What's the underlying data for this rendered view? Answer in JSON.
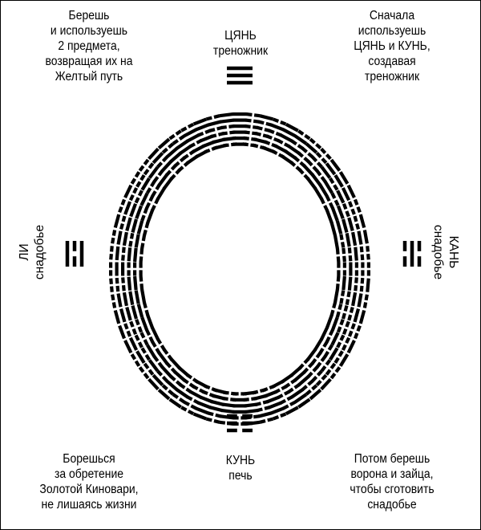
{
  "trigrams": {
    "top": {
      "name": "ЦЯНЬ",
      "role": "треножник",
      "lines": [
        1,
        1,
        1
      ]
    },
    "bottom": {
      "name": "КУНЬ",
      "role": "печь",
      "lines": [
        0,
        0,
        0
      ]
    },
    "left": {
      "name": "ЛИ",
      "role": "снадобье",
      "lines": [
        1,
        0,
        1
      ]
    },
    "right": {
      "name": "КАНЬ",
      "role": "снадобье",
      "lines": [
        0,
        1,
        0
      ]
    }
  },
  "corners": {
    "top_left": [
      "Берешь",
      "и используешь",
      "2 предмета,",
      "возвращая их на",
      "Желтый путь"
    ],
    "top_right": [
      "Сначала",
      "используешь",
      "ЦЯНЬ и КУНЬ,",
      "создавая",
      "треножник"
    ],
    "bottom_left": [
      "Борешься",
      "за обретение",
      "Золотой Киновари,",
      "не лишаясь жизни"
    ],
    "bottom_right": [
      "Потом берешь",
      "ворона и зайца,",
      "чтобы сготовить",
      "снадобье"
    ]
  },
  "ring": {
    "hexagram_count": 60,
    "hexagrams": [
      [
        1,
        1,
        1,
        1,
        1,
        1
      ],
      [
        0,
        0,
        0,
        0,
        0,
        0
      ],
      [
        1,
        0,
        0,
        0,
        1,
        0
      ],
      [
        0,
        1,
        0,
        0,
        0,
        1
      ],
      [
        1,
        1,
        1,
        0,
        1,
        0
      ],
      [
        0,
        1,
        0,
        1,
        1,
        1
      ],
      [
        0,
        1,
        0,
        0,
        0,
        0
      ],
      [
        0,
        0,
        0,
        0,
        1,
        0
      ],
      [
        1,
        1,
        1,
        0,
        1,
        1
      ],
      [
        1,
        1,
        0,
        1,
        1,
        1
      ],
      [
        1,
        1,
        1,
        0,
        0,
        0
      ],
      [
        0,
        0,
        0,
        1,
        1,
        1
      ],
      [
        1,
        0,
        1,
        1,
        1,
        1
      ],
      [
        1,
        1,
        1,
        1,
        0,
        1
      ],
      [
        0,
        0,
        1,
        0,
        0,
        0
      ],
      [
        0,
        0,
        0,
        1,
        0,
        0
      ],
      [
        1,
        0,
        0,
        1,
        1,
        0
      ],
      [
        0,
        1,
        1,
        0,
        0,
        1
      ],
      [
        1,
        1,
        0,
        0,
        0,
        0
      ],
      [
        0,
        0,
        0,
        0,
        1,
        1
      ],
      [
        1,
        0,
        0,
        1,
        0,
        1
      ],
      [
        1,
        0,
        1,
        0,
        0,
        1
      ],
      [
        0,
        0,
        0,
        0,
        0,
        1
      ],
      [
        1,
        0,
        0,
        0,
        0,
        0
      ],
      [
        1,
        0,
        0,
        1,
        1,
        1
      ],
      [
        1,
        1,
        1,
        0,
        0,
        1
      ],
      [
        1,
        0,
        0,
        0,
        0,
        1
      ],
      [
        0,
        1,
        1,
        1,
        1,
        0
      ],
      [
        0,
        1,
        0,
        0,
        1,
        0
      ],
      [
        1,
        0,
        1,
        1,
        0,
        1
      ],
      [
        0,
        0,
        1,
        1,
        1,
        0
      ],
      [
        0,
        1,
        1,
        1,
        0,
        0
      ],
      [
        0,
        0,
        1,
        1,
        1,
        1
      ],
      [
        1,
        1,
        1,
        1,
        0,
        0
      ],
      [
        0,
        0,
        0,
        1,
        0,
        1
      ],
      [
        1,
        0,
        1,
        0,
        0,
        0
      ],
      [
        1,
        0,
        1,
        0,
        1,
        1
      ],
      [
        1,
        1,
        0,
        1,
        0,
        1
      ],
      [
        0,
        0,
        1,
        0,
        1,
        0
      ],
      [
        0,
        1,
        0,
        1,
        0,
        0
      ],
      [
        1,
        1,
        0,
        0,
        0,
        1
      ],
      [
        1,
        0,
        0,
        0,
        1,
        1
      ],
      [
        1,
        1,
        1,
        1,
        1,
        0
      ],
      [
        0,
        1,
        1,
        1,
        1,
        1
      ],
      [
        0,
        0,
        0,
        1,
        1,
        0
      ],
      [
        0,
        1,
        1,
        0,
        0,
        0
      ],
      [
        0,
        1,
        0,
        1,
        1,
        0
      ],
      [
        0,
        1,
        1,
        0,
        1,
        0
      ],
      [
        1,
        0,
        1,
        1,
        1,
        0
      ],
      [
        0,
        1,
        1,
        1,
        0,
        1
      ],
      [
        1,
        0,
        0,
        1,
        0,
        0
      ],
      [
        0,
        0,
        1,
        0,
        0,
        1
      ],
      [
        0,
        0,
        1,
        0,
        1,
        1
      ],
      [
        1,
        1,
        0,
        1,
        0,
        0
      ],
      [
        1,
        0,
        1,
        1,
        0,
        0
      ],
      [
        0,
        0,
        1,
        1,
        0,
        1
      ],
      [
        0,
        1,
        1,
        0,
        1,
        1
      ],
      [
        1,
        1,
        0,
        1,
        1,
        0
      ],
      [
        0,
        1,
        0,
        0,
        1,
        1
      ],
      [
        1,
        1,
        0,
        0,
        1,
        0
      ]
    ]
  }
}
